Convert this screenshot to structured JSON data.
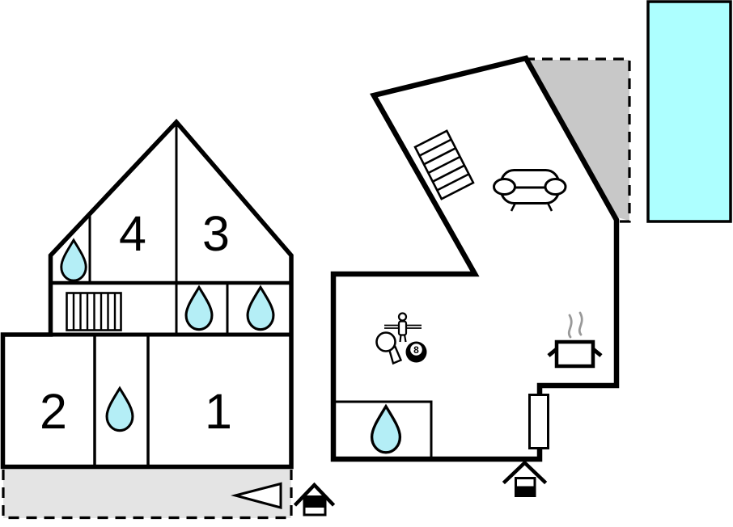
{
  "colors": {
    "wall": "#000000",
    "pool_fill": "#adffff",
    "drop_fill": "#b4eef6",
    "terrace_lower_fill": "#e4e4e4",
    "terrace_upper_fill": "#c8c8c8",
    "steam": "#999999"
  },
  "main_house": {
    "upper_rooms": [
      {
        "label": "4"
      },
      {
        "label": "3"
      }
    ],
    "ground_rooms": [
      {
        "label": "2"
      },
      {
        "label": "1"
      }
    ],
    "amenity_icons": [
      "water-drop",
      "water-drop",
      "water-drop",
      "water-drop",
      "stairs"
    ]
  },
  "annex": {
    "amenity_icons": [
      "stairs",
      "sofa",
      "table-tennis-paddle",
      "foosball-player",
      "billiard-ball",
      "cooking-pot",
      "water-drop",
      "radiator"
    ],
    "billiard_ball_label": "8"
  },
  "outdoor": {
    "icons": [
      "swimming-pool",
      "terrace-lower",
      "terrace-upper",
      "entrance-arrow",
      "well-left",
      "well-right"
    ]
  }
}
